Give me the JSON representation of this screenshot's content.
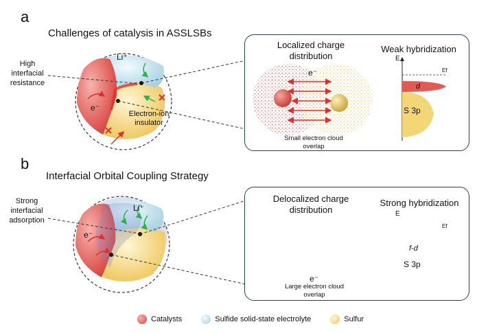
{
  "panel_a": {
    "letter": "a",
    "title": "Challenges of catalysis in ASSLSBs",
    "callout": "High interfacial resistance",
    "li_label": "Li⁺",
    "e_label": "e⁻",
    "insulator_label": "Electron-ion insulator",
    "box_left_title": "Localized charge distribution",
    "box_right_title": "Weak hybridization",
    "e_arrow_label": "e⁻",
    "overlap_caption": "Small electron cloud overlap",
    "axis_e": "E",
    "fermi": "Ef",
    "d_band": "d",
    "s3p": "S 3p"
  },
  "panel_b": {
    "letter": "b",
    "title": "Interfacial Orbital Coupling Strategy",
    "callout": "Strong interfacial adsorption",
    "li_label": "Li⁺",
    "e_label": "e⁻",
    "box_left_title": "Delocalized charge distribution",
    "box_right_title": "Strong hybridization",
    "e_arrow_label": "e⁻",
    "overlap_caption": "Large electron cloud overlap",
    "axis_e": "E",
    "fermi": "Ef",
    "fd_band": "f-d",
    "s3p": "S 3p"
  },
  "legend": {
    "items": [
      {
        "label": "Catalysts",
        "color": "#e35a55"
      },
      {
        "label": "Sulfide solid-state electrolyte",
        "color": "#bfe0ec"
      },
      {
        "label": "Sulfur",
        "color": "#f3d777"
      }
    ]
  },
  "colors": {
    "catalyst": "#e35a55",
    "electrolyte": "#bfe0ec",
    "sulfur": "#f3d777",
    "arrow_red": "#e0302a",
    "arrow_green": "#2bb24c",
    "box_border": "#2d3e5c"
  }
}
